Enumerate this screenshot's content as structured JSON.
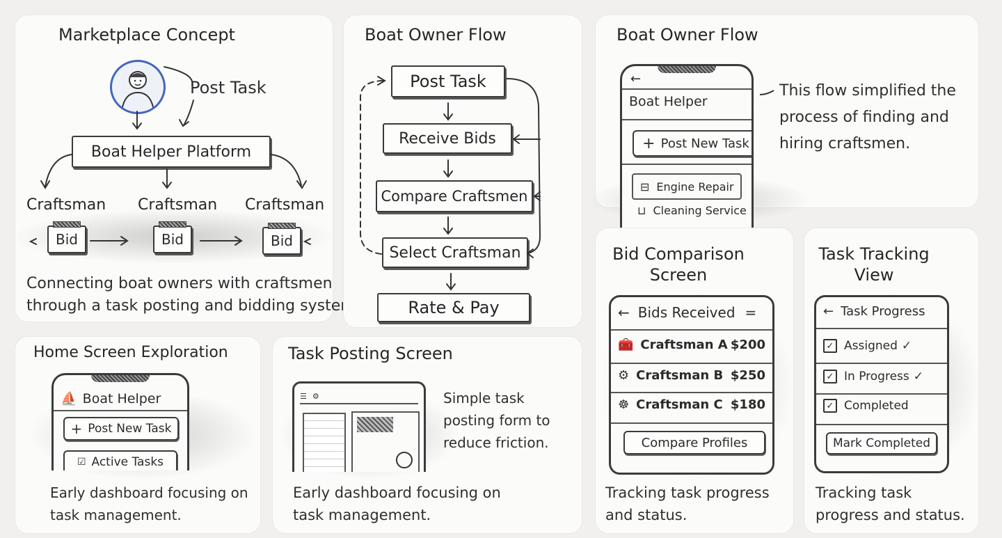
{
  "marketplace": {
    "title": "Marketplace Concept",
    "post_task": "Post Task",
    "platform": "Boat Helper  Platform",
    "craftsmen": [
      "Craftsman",
      "Craftsman",
      "Craftsman"
    ],
    "bid": "Bid",
    "caption": "Connecting boat owners with craftsmen through a task posting and bidding system."
  },
  "flow": {
    "title": "Boat Owner Flow",
    "steps": [
      "Post Task",
      "Receive Bids",
      "Compare Craftsmen",
      "Select Craftsman",
      "Rate & Pay"
    ]
  },
  "owner_phone": {
    "title": "Boat Owner Flow",
    "app_name": "Boat Helper",
    "post_button": "Post New Task",
    "items": [
      "Engine Repair",
      "Cleaning Service"
    ],
    "note": "This flow simplified the process of finding and hiring craftsmen."
  },
  "home": {
    "title": "Home Screen Exploration",
    "app_name": "Boat Helper",
    "post_button": "Post New Task",
    "active_button": "Active Tasks",
    "caption": "Early dashboard focusing on task management."
  },
  "posting": {
    "title": "Task Posting Screen",
    "note": "Simple task posting form to reduce friction.",
    "caption": "Early dashboard focusing on task management."
  },
  "bids": {
    "title": "Bid Comparison Screen",
    "header": "Bids Received",
    "rows": [
      {
        "name": "Craftsman A",
        "price": "$200"
      },
      {
        "name": "Craftsman B",
        "price": "$250"
      },
      {
        "name": "Craftsman C",
        "price": "$180"
      }
    ],
    "button": "Compare Profiles",
    "caption": "Tracking task progress and status."
  },
  "tracking": {
    "title": "Task Tracking View",
    "header": "Task Progress",
    "items": [
      "Assigned",
      "In Progress",
      "Completed"
    ],
    "button": "Mark Completed",
    "caption": "Tracking task progress and status."
  }
}
